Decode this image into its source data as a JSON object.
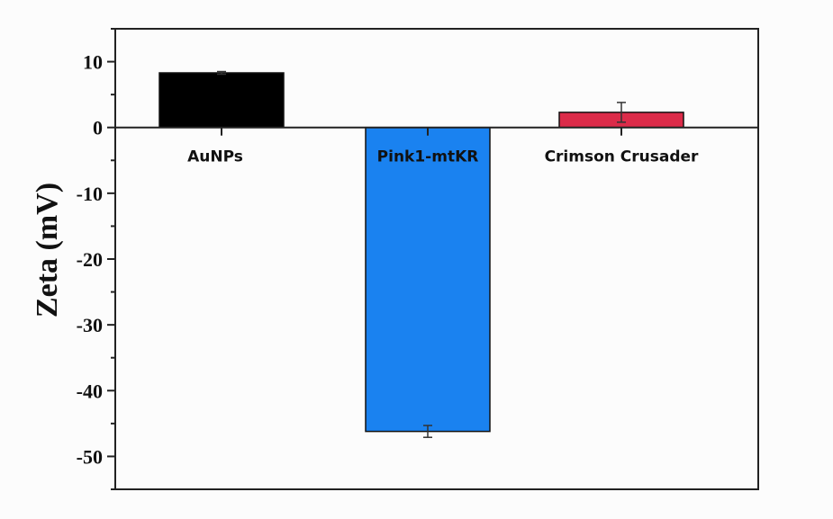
{
  "chart_data": {
    "type": "bar",
    "title": "",
    "xlabel": "",
    "ylabel": "Zeta (mV)",
    "categories": [
      "AuNPs",
      "Pink1-mtKR",
      "Crimson Crusader"
    ],
    "values": [
      8.3,
      -46.2,
      2.3
    ],
    "errors": [
      0.2,
      0.9,
      1.5
    ],
    "colors": [
      "#000000",
      "#1a82f0",
      "#dc2b49"
    ],
    "ylim": [
      -55,
      15
    ],
    "yticks": [
      10,
      0,
      -10,
      -20,
      -30,
      -40,
      -50
    ],
    "grid": false,
    "legend": null
  }
}
